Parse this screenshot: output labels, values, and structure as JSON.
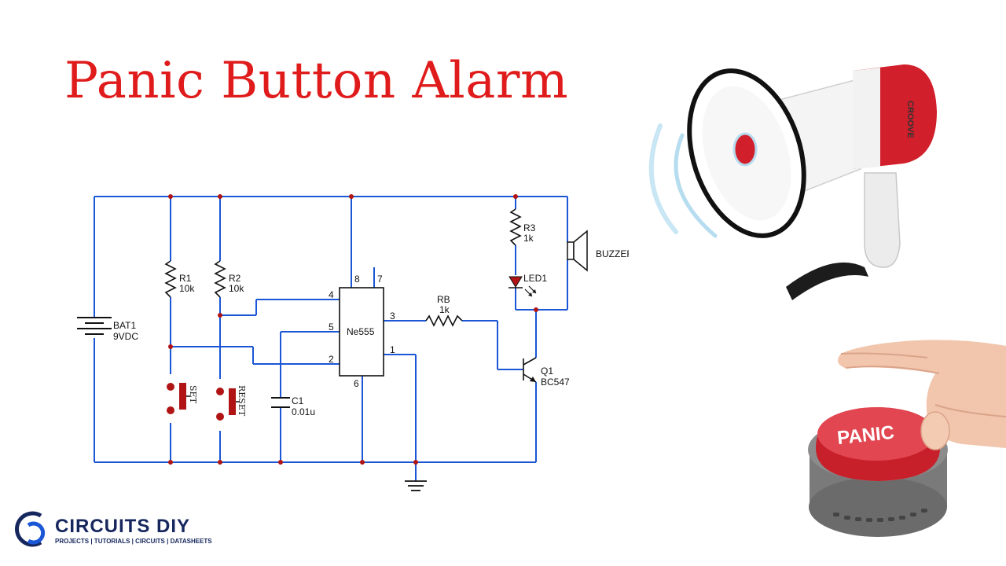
{
  "title": "Panic Button Alarm",
  "colors": {
    "title": "#e01b1b",
    "wire": "#1a56d6",
    "component": "#b01414",
    "logo_navy": "#16275e"
  },
  "schematic": {
    "components": {
      "bat1": {
        "name": "BAT1",
        "value": "9VDC"
      },
      "r1": {
        "name": "R1",
        "value": "10k"
      },
      "r2": {
        "name": "R2",
        "value": "10k"
      },
      "r3": {
        "name": "R3",
        "value": "1k"
      },
      "rb": {
        "name": "RB",
        "value": "1k"
      },
      "c1": {
        "name": "C1",
        "value": "0.01u"
      },
      "led1": {
        "name": "LED1"
      },
      "buzzer": {
        "name": "BUZZER"
      },
      "q1": {
        "name": "Q1",
        "value": "BC547"
      },
      "ic": {
        "name": "Ne555"
      },
      "set_button": {
        "name": "SET"
      },
      "reset_button": {
        "name": "RESET"
      }
    },
    "pins": {
      "p8": "8",
      "p7": "7",
      "p4": "4",
      "p5": "5",
      "p3": "3",
      "p2": "2",
      "p1": "1",
      "p6": "6"
    }
  },
  "illustrations": {
    "megaphone_brand": "CROOVE",
    "panic_button_label": "PANIC"
  },
  "logo": {
    "name": "CIRCUITS DIY",
    "tagline": "PROJECTS | TUTORIALS | CIRCUITS | DATASHEETS",
    "icon": "cd-monogram-icon"
  }
}
